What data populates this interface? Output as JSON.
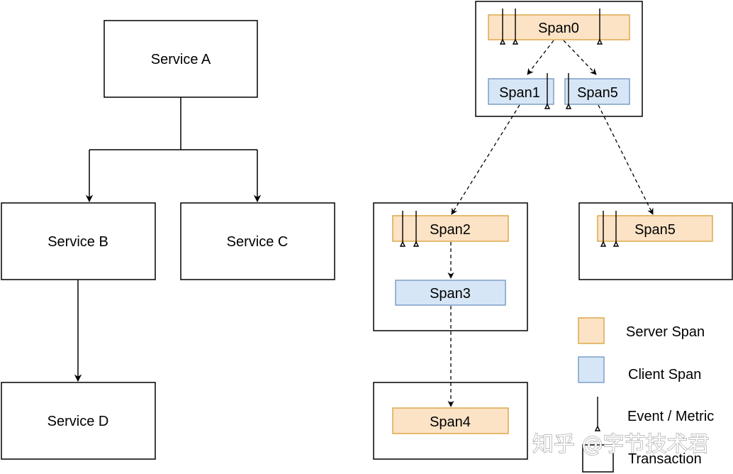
{
  "services": {
    "a": "Service A",
    "b": "Service B",
    "c": "Service C",
    "d": "Service D"
  },
  "spans": {
    "span0": "Span0",
    "span1": "Span1",
    "span5_client": "Span5",
    "span2": "Span2",
    "span3": "Span3",
    "span5_server": "Span5",
    "span4": "Span4"
  },
  "legend": {
    "server_span": "Server Span",
    "client_span": "Client Span",
    "event_metric": "Event / Metric",
    "transaction": "Transaction"
  },
  "watermark": "知乎 @字节技术君",
  "colors": {
    "server_fill": "#fce3c6",
    "server_stroke": "#dda84a",
    "client_fill": "#d7e6f6",
    "client_stroke": "#7d9fc6",
    "line": "#000000"
  }
}
